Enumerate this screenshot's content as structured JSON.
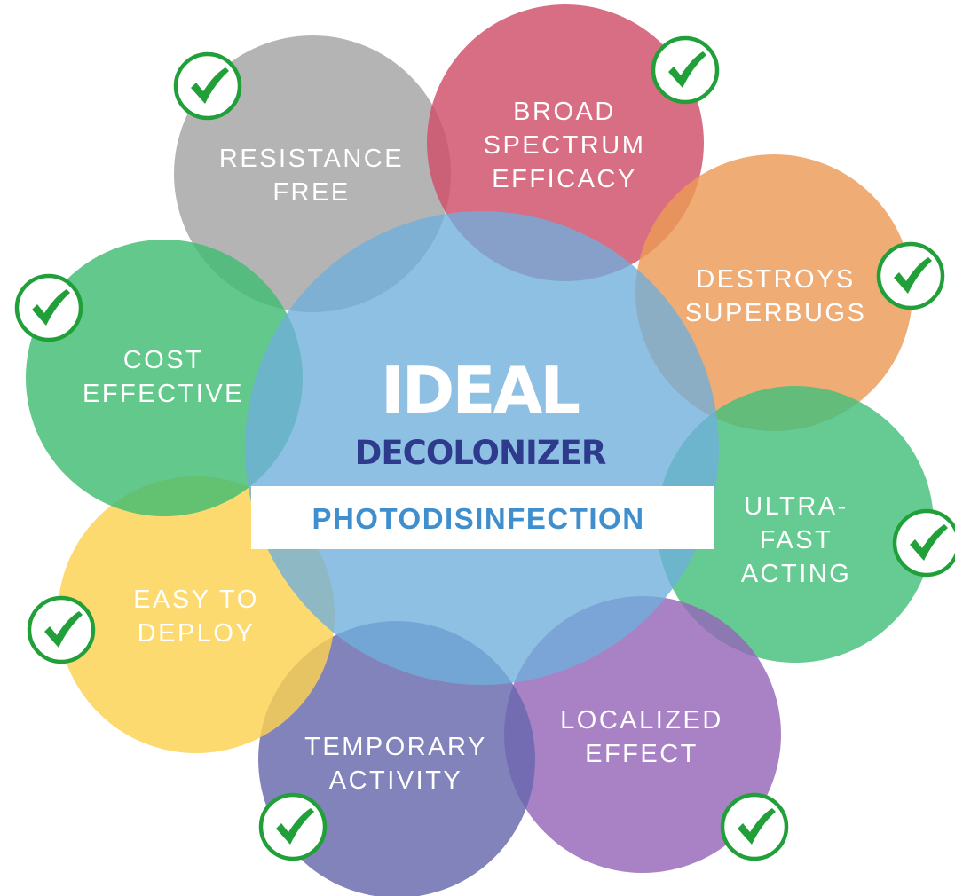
{
  "center": {
    "title": "IDEAL",
    "subtitle": "DECOLONIZER",
    "band": "PHOTODISINFECTION",
    "colors": {
      "disc": "#6eaedc",
      "subtitle": "#2e3a8c",
      "band_bg": "#ffffff",
      "band_text": "#3f8fcf"
    }
  },
  "check_icon": {
    "name": "checkmark-icon",
    "ring_color": "#21a03a",
    "fill": "#ffffff"
  },
  "attributes": [
    {
      "key": "resistance-free",
      "lines": [
        "RESISTANCE",
        "FREE"
      ],
      "color": "#a3a3a3",
      "checked": true
    },
    {
      "key": "broad-spectrum-efficacy",
      "lines": [
        "BROAD",
        "SPECTRUM",
        "EFFICACY"
      ],
      "color": "#cf4e68",
      "checked": true
    },
    {
      "key": "destroys-superbugs",
      "lines": [
        "DESTROYS",
        "SUPERBUGS"
      ],
      "color": "#ec9a55",
      "checked": true
    },
    {
      "key": "ultra-fast-acting",
      "lines": [
        "ULTRA-",
        "FAST",
        "ACTING"
      ],
      "color": "#44c07a",
      "checked": true
    },
    {
      "key": "localized-effect",
      "lines": [
        "LOCALIZED",
        "EFFECT"
      ],
      "color": "#9666b8",
      "checked": true
    },
    {
      "key": "temporary-activity",
      "lines": [
        "TEMPORARY",
        "ACTIVITY"
      ],
      "color": "#6868ad",
      "checked": true
    },
    {
      "key": "easy-to-deploy",
      "lines": [
        "EASY TO",
        "DEPLOY"
      ],
      "color": "#fdd24f",
      "checked": true
    },
    {
      "key": "cost-effective",
      "lines": [
        "COST",
        "EFFECTIVE"
      ],
      "color": "#3fbc72",
      "checked": true
    }
  ]
}
